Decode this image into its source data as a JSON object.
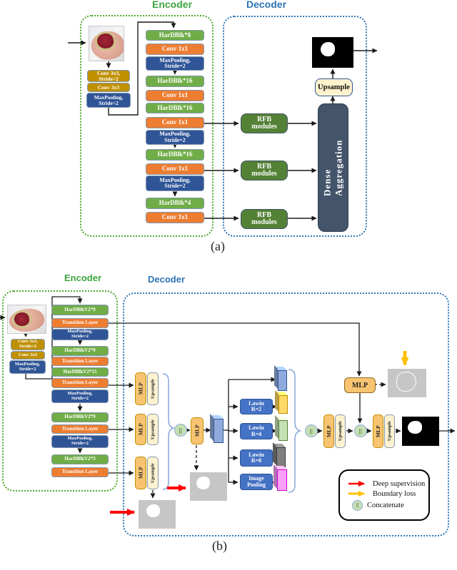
{
  "figure_a": {
    "caption": "(a)",
    "encoder_title": "Encoder",
    "decoder_title": "Decoder",
    "stem": [
      {
        "label": "Conv 3x3,\nStride=2"
      },
      {
        "label": "Conv 3x3"
      },
      {
        "label": "MaxPooling,\nStride=2"
      }
    ],
    "backbone": [
      {
        "label": "HarDBlk*8",
        "type": "hardblk"
      },
      {
        "label": "Conv 1x1",
        "type": "conv"
      },
      {
        "label": "MaxPooling,\nStride=2",
        "type": "maxpool"
      },
      {
        "label": "HarDBlk*16",
        "type": "hardblk"
      },
      {
        "label": "Conv 1x1",
        "type": "conv"
      },
      {
        "label": "HarDBlk*16",
        "type": "hardblk"
      },
      {
        "label": "Conv 1x1",
        "type": "conv"
      },
      {
        "label": "MaxPooling,\nStride=2",
        "type": "maxpool"
      },
      {
        "label": "HarDBlk*16",
        "type": "hardblk"
      },
      {
        "label": "Conv 1x1",
        "type": "conv"
      },
      {
        "label": "MaxPooling,\nStride=2",
        "type": "maxpool"
      },
      {
        "label": "HarDBlk*4",
        "type": "hardblk"
      },
      {
        "label": "Conv 1x1",
        "type": "conv"
      }
    ],
    "rfb": [
      {
        "label": "RFB\nmodules"
      },
      {
        "label": "RFB\nmodules"
      },
      {
        "label": "RFB\nmodules"
      }
    ],
    "dense_aggregation": "Dense\nAggregation",
    "upsample": "Upsample"
  },
  "figure_b": {
    "caption": "(b)",
    "encoder_title": "Encoder",
    "decoder_title": "Decoder",
    "stem": [
      {
        "label": "Conv 3x3,\nStride=2"
      },
      {
        "label": "Conv 3x3"
      },
      {
        "label": "MaxPooling,\nStride=2"
      }
    ],
    "backbone": [
      {
        "label": "HarDBlkV2*9",
        "type": "hardblk"
      },
      {
        "label": "Transition Layer",
        "type": "transition"
      },
      {
        "label": "MaxPooling,\nStride=2",
        "type": "maxpool"
      },
      {
        "label": "HarDBlkV2*9",
        "type": "hardblk"
      },
      {
        "label": "Transition Layer",
        "type": "transition"
      },
      {
        "label": "HarDBlkV2*15",
        "type": "hardblk"
      },
      {
        "label": "Transition Layer",
        "type": "transition"
      },
      {
        "label": "MaxPooling,\nStride=2",
        "type": "maxpool"
      },
      {
        "label": "HarDBlkV2*9",
        "type": "hardblk"
      },
      {
        "label": "Transition Layer",
        "type": "transition"
      },
      {
        "label": "MaxPooling,\nStride=2",
        "type": "maxpool"
      },
      {
        "label": "HarDBlkV2*3",
        "type": "hardblk"
      },
      {
        "label": "Transition Layer",
        "type": "transition"
      }
    ],
    "mlp": "MLP",
    "upsample": "Upsample",
    "concat_symbol": "||",
    "context_blocks": [
      {
        "label": "Lawin\nR=2"
      },
      {
        "label": "Lawin\nR=4"
      },
      {
        "label": "Lawin\nR=8"
      },
      {
        "label": "Image\nPooling"
      }
    ],
    "legend": {
      "items": [
        {
          "label": "Deep supervision",
          "marker": "red-arrow"
        },
        {
          "label": "Boundary loss",
          "marker": "yellow-arrow"
        },
        {
          "label": "Concatenate",
          "marker": "concat-circle"
        }
      ]
    }
  },
  "palette": {
    "hardblk_green": "#70AD47",
    "conv_orange": "#ED7D31",
    "maxpool_blue": "#2F5597",
    "stem_gold": "#BF9000",
    "lawin_blue": "#4472C4",
    "rfb_green": "#538135",
    "dense_navy": "#44546A",
    "mlp_orange": "#F8C471",
    "upsample_cream": "#FFF2CC",
    "concat_green": "#C5E0B4",
    "deep_supervision_red": "#FF0000",
    "boundary_loss_yellow": "#FFC000",
    "encoder_title_green": "#3FA53F",
    "decoder_title_blue": "#2E75B6"
  }
}
